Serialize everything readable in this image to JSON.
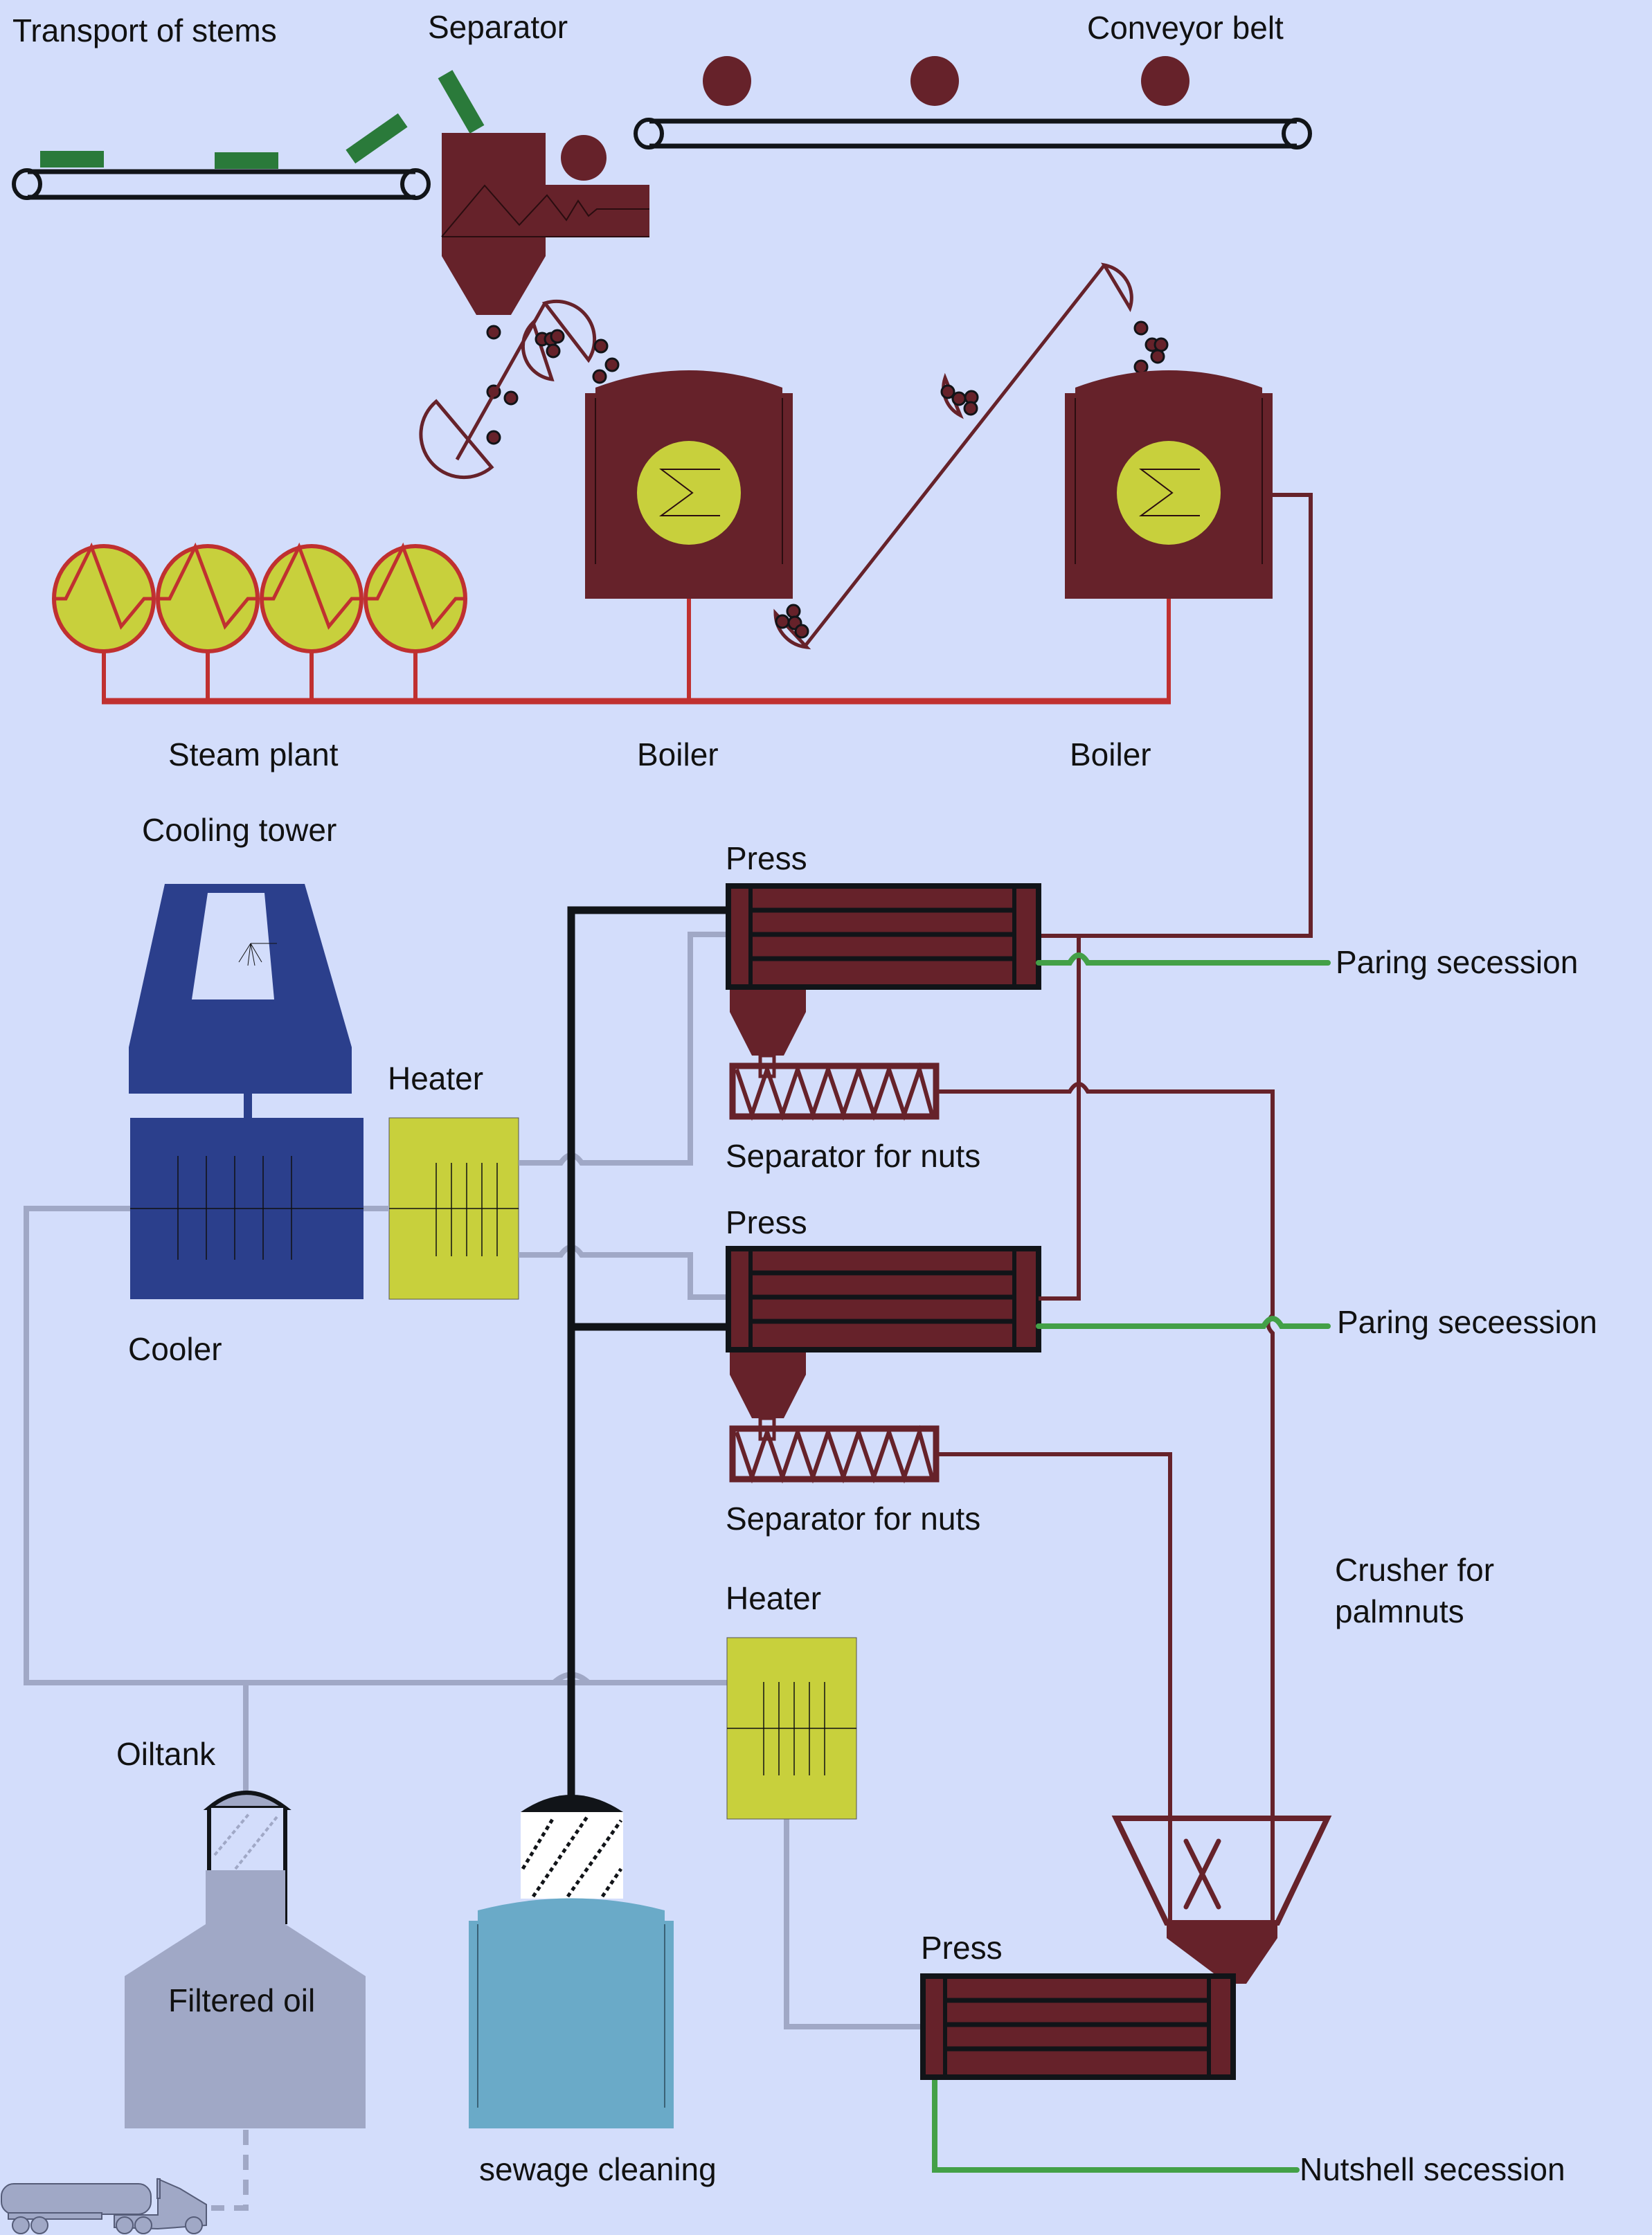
{
  "title": "Palm oil mill process flow",
  "colors": {
    "background": "#d3ddfb",
    "machinery": "#66222a",
    "steam_pipe": "#c03030",
    "heater": "#c8d03c",
    "cooler": "#2b3f8c",
    "water_pipe": "#a0a8c6",
    "waste_pipe": "#43a047",
    "outline": "#111418",
    "stems": "#2a7a3a",
    "sewage": "#6aaac8",
    "oil_tank": "#a0a8c6"
  },
  "labels": {
    "transport_of_stems": "Transport of stems",
    "separator": "Separator",
    "conveyor_belt": "Conveyor belt",
    "steam_plant": "Steam plant",
    "boiler_1": "Boiler",
    "boiler_2": "Boiler",
    "cooling_tower": "Cooling tower",
    "heater_1": "Heater",
    "cooler": "Cooler",
    "press_1": "Press",
    "separator_for_nuts_1": "Separator for nuts",
    "press_2": "Press",
    "separator_for_nuts_2": "Separator for nuts",
    "paring_secession_1": "Paring secession",
    "paring_secession_2": "Paring seceession",
    "crusher_line1": "Crusher for",
    "crusher_line2": "palmnuts",
    "heater_2": "Heater",
    "oiltank": "Oiltank",
    "filtered_oil": "Filtered oil",
    "sewage_cleaning": "sewage cleaning",
    "press_3": "Press",
    "nutshell_secession": "Nutshell secession"
  },
  "components": [
    {
      "id": "stem-conveyor",
      "icon": "conveyor-belt-icon"
    },
    {
      "id": "separator",
      "icon": "separator-icon"
    },
    {
      "id": "fruit-conveyor",
      "icon": "conveyor-belt-icon"
    },
    {
      "id": "bucket-elevator-1",
      "icon": "bucket-elevator-icon"
    },
    {
      "id": "boiler-1",
      "icon": "boiler-icon"
    },
    {
      "id": "bucket-elevator-2",
      "icon": "bucket-elevator-icon"
    },
    {
      "id": "boiler-2",
      "icon": "boiler-icon"
    },
    {
      "id": "steam-plant",
      "icon": "steam-generator-icon",
      "count": 4
    },
    {
      "id": "cooling-tower",
      "icon": "cooling-tower-icon"
    },
    {
      "id": "cooler",
      "icon": "heat-exchanger-icon"
    },
    {
      "id": "heater-1",
      "icon": "heat-exchanger-icon"
    },
    {
      "id": "press-1",
      "icon": "press-icon"
    },
    {
      "id": "nut-separator-1",
      "icon": "screw-separator-icon"
    },
    {
      "id": "press-2",
      "icon": "press-icon"
    },
    {
      "id": "nut-separator-2",
      "icon": "screw-separator-icon"
    },
    {
      "id": "heater-2",
      "icon": "heat-exchanger-icon"
    },
    {
      "id": "crusher",
      "icon": "crusher-icon"
    },
    {
      "id": "press-3",
      "icon": "press-icon"
    },
    {
      "id": "oil-tank",
      "icon": "oil-tank-icon"
    },
    {
      "id": "sewage-tank",
      "icon": "sewage-tank-icon"
    },
    {
      "id": "tanker-truck",
      "icon": "tanker-truck-icon"
    }
  ]
}
